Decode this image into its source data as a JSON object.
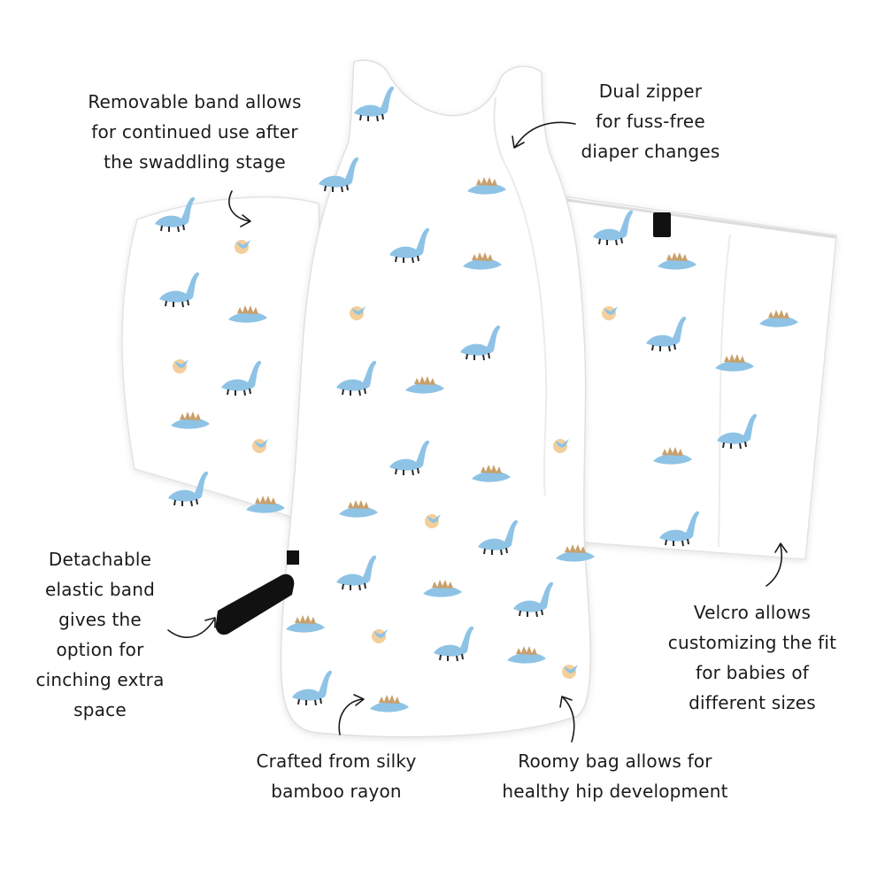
{
  "callouts": {
    "removable_band": [
      "Removable band allows",
      "for continued use after",
      "the swaddling stage"
    ],
    "dual_zipper": [
      "Dual zipper",
      "for fuss-free",
      "diaper changes"
    ],
    "detachable_band": [
      "Detachable",
      "elastic band",
      "gives the",
      "option for",
      "cinching extra",
      "space"
    ],
    "velcro": [
      "Velcro allows",
      "customizing the fit",
      "for babies of",
      "different sizes"
    ],
    "crafted": [
      "Crafted from silky",
      "bamboo rayon"
    ],
    "roomy_bag": [
      "Roomy bag allows for",
      "healthy hip development"
    ]
  },
  "colors": {
    "fabric": "#ffffff",
    "fabric_edge": "#e6e6e6",
    "dino_blue": "#8ec3e6",
    "stego_tan": "#c9a06b",
    "accent_peach": "#f3cf9b",
    "band_black": "#111111",
    "text": "#1a1a1a"
  }
}
